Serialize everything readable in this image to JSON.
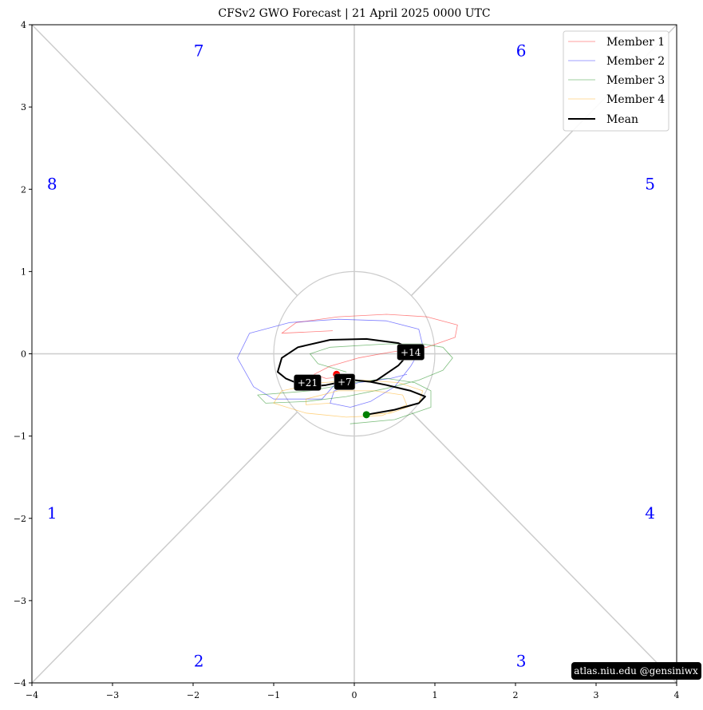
{
  "chart_data": {
    "type": "line",
    "title": "CFSv2 GWO Forecast   |   21  April  2025 0000 UTC",
    "xlim": [
      -4,
      4
    ],
    "ylim": [
      -4,
      4
    ],
    "xticks": [
      -4,
      -3,
      -2,
      -1,
      0,
      1,
      2,
      3,
      4
    ],
    "yticks": [
      -4,
      -3,
      -2,
      -1,
      0,
      1,
      2,
      3,
      4
    ],
    "xtick_labels": [
      "−4",
      "−3",
      "−2",
      "−1",
      "0",
      "1",
      "2",
      "3",
      "4"
    ],
    "ytick_labels": [
      "−4",
      "−3",
      "−2",
      "−1",
      "0",
      "1",
      "2",
      "3",
      "4"
    ],
    "unit_circle_radius": 1,
    "phase_labels": [
      {
        "label": "1",
        "x": -3.75,
        "y": -1.95
      },
      {
        "label": "2",
        "x": -1.93,
        "y": -3.75
      },
      {
        "label": "3",
        "x": 2.07,
        "y": -3.75
      },
      {
        "label": "4",
        "x": 3.67,
        "y": -1.95
      },
      {
        "label": "5",
        "x": 3.67,
        "y": 2.05
      },
      {
        "label": "6",
        "x": 2.07,
        "y": 3.67
      },
      {
        "label": "7",
        "x": -1.93,
        "y": 3.67
      },
      {
        "label": "8",
        "x": -3.75,
        "y": 2.05
      }
    ],
    "legend_position": "top-right",
    "series": [
      {
        "name": "Member 1",
        "color": "#ff0000",
        "points": [
          [
            -0.27,
            0.28
          ],
          [
            -0.9,
            0.25
          ],
          [
            -0.72,
            0.38
          ],
          [
            -0.2,
            0.45
          ],
          [
            0.4,
            0.48
          ],
          [
            0.9,
            0.45
          ],
          [
            1.28,
            0.35
          ],
          [
            1.25,
            0.2
          ],
          [
            0.9,
            0.08
          ],
          [
            0.45,
            0.02
          ],
          [
            0.05,
            -0.05
          ],
          [
            -0.3,
            -0.15
          ],
          [
            -0.5,
            -0.25
          ],
          [
            -0.35,
            -0.3
          ],
          [
            -0.15,
            -0.28
          ]
        ]
      },
      {
        "name": "Member 2",
        "color": "#0000ff",
        "points": [
          [
            -0.15,
            -0.27
          ],
          [
            -0.4,
            -0.55
          ],
          [
            -1.0,
            -0.55
          ],
          [
            -1.25,
            -0.4
          ],
          [
            -1.45,
            -0.05
          ],
          [
            -1.3,
            0.25
          ],
          [
            -0.8,
            0.38
          ],
          [
            -0.2,
            0.42
          ],
          [
            0.4,
            0.4
          ],
          [
            0.8,
            0.3
          ],
          [
            0.85,
            0.1
          ],
          [
            0.7,
            -0.15
          ],
          [
            0.5,
            -0.4
          ],
          [
            0.2,
            -0.58
          ],
          [
            -0.05,
            -0.65
          ],
          [
            -0.3,
            -0.6
          ],
          [
            -0.25,
            -0.45
          ],
          [
            0.05,
            -0.35
          ],
          [
            0.45,
            -0.3
          ],
          [
            0.65,
            -0.25
          ]
        ]
      },
      {
        "name": "Member 3",
        "color": "#008000",
        "points": [
          [
            -0.05,
            -0.85
          ],
          [
            0.5,
            -0.8
          ],
          [
            0.95,
            -0.65
          ],
          [
            0.95,
            -0.45
          ],
          [
            0.75,
            -0.35
          ],
          [
            0.4,
            -0.3
          ],
          [
            0.0,
            -0.35
          ],
          [
            -0.55,
            -0.45
          ],
          [
            -1.2,
            -0.5
          ],
          [
            -1.1,
            -0.6
          ],
          [
            -0.6,
            -0.58
          ],
          [
            -0.1,
            -0.52
          ],
          [
            0.4,
            -0.42
          ],
          [
            0.8,
            -0.32
          ],
          [
            1.1,
            -0.2
          ],
          [
            1.22,
            -0.05
          ],
          [
            1.1,
            0.08
          ],
          [
            0.85,
            0.12
          ],
          [
            0.4,
            0.12
          ],
          [
            -0.3,
            0.08
          ],
          [
            -0.55,
            0.0
          ],
          [
            -0.45,
            -0.12
          ],
          [
            -0.1,
            -0.22
          ]
        ]
      },
      {
        "name": "Member 4",
        "color": "#ffa500",
        "points": [
          [
            0.15,
            -0.74
          ],
          [
            0.45,
            -0.72
          ],
          [
            0.8,
            -0.6
          ],
          [
            0.85,
            -0.45
          ],
          [
            0.55,
            -0.35
          ],
          [
            0.1,
            -0.32
          ],
          [
            -0.4,
            -0.35
          ],
          [
            -0.9,
            -0.45
          ],
          [
            -1.0,
            -0.6
          ],
          [
            -0.6,
            -0.72
          ],
          [
            -0.1,
            -0.77
          ],
          [
            0.35,
            -0.75
          ],
          [
            0.65,
            -0.62
          ],
          [
            0.6,
            -0.5
          ],
          [
            0.25,
            -0.45
          ],
          [
            -0.2,
            -0.45
          ],
          [
            -0.6,
            -0.55
          ],
          [
            -0.6,
            -0.62
          ],
          [
            -0.3,
            -0.6
          ]
        ]
      },
      {
        "name": "Mean",
        "color": "#000000",
        "points": [
          [
            0.15,
            -0.74
          ],
          [
            0.5,
            -0.68
          ],
          [
            0.8,
            -0.6
          ],
          [
            0.88,
            -0.52
          ],
          [
            0.7,
            -0.45
          ],
          [
            0.4,
            -0.38
          ],
          [
            0.2,
            -0.34
          ],
          [
            -0.2,
            -0.3
          ],
          [
            -0.2,
            -0.35
          ],
          [
            -0.35,
            -0.38
          ],
          [
            -0.45,
            -0.39
          ],
          [
            -0.65,
            -0.38
          ],
          [
            -0.85,
            -0.3
          ],
          [
            -0.95,
            -0.22
          ],
          [
            -0.9,
            -0.05
          ],
          [
            -0.7,
            0.08
          ],
          [
            -0.3,
            0.17
          ],
          [
            0.15,
            0.18
          ],
          [
            0.55,
            0.13
          ],
          [
            0.72,
            0.05
          ],
          [
            0.55,
            -0.14
          ],
          [
            0.28,
            -0.32
          ],
          [
            0.2,
            -0.34
          ]
        ]
      }
    ],
    "markers": [
      {
        "name": "start",
        "x": 0.15,
        "y": -0.74,
        "color": "#008000"
      },
      {
        "name": "end",
        "x": -0.22,
        "y": -0.25,
        "color": "#ff0000"
      }
    ],
    "day_labels": [
      {
        "label": "+7",
        "x": -0.12,
        "y": -0.34
      },
      {
        "label": "+14",
        "x": 0.7,
        "y": 0.02
      },
      {
        "label": "+21",
        "x": -0.58,
        "y": -0.35
      }
    ],
    "credit": "atlas.niu.edu  @gensiniwx"
  }
}
